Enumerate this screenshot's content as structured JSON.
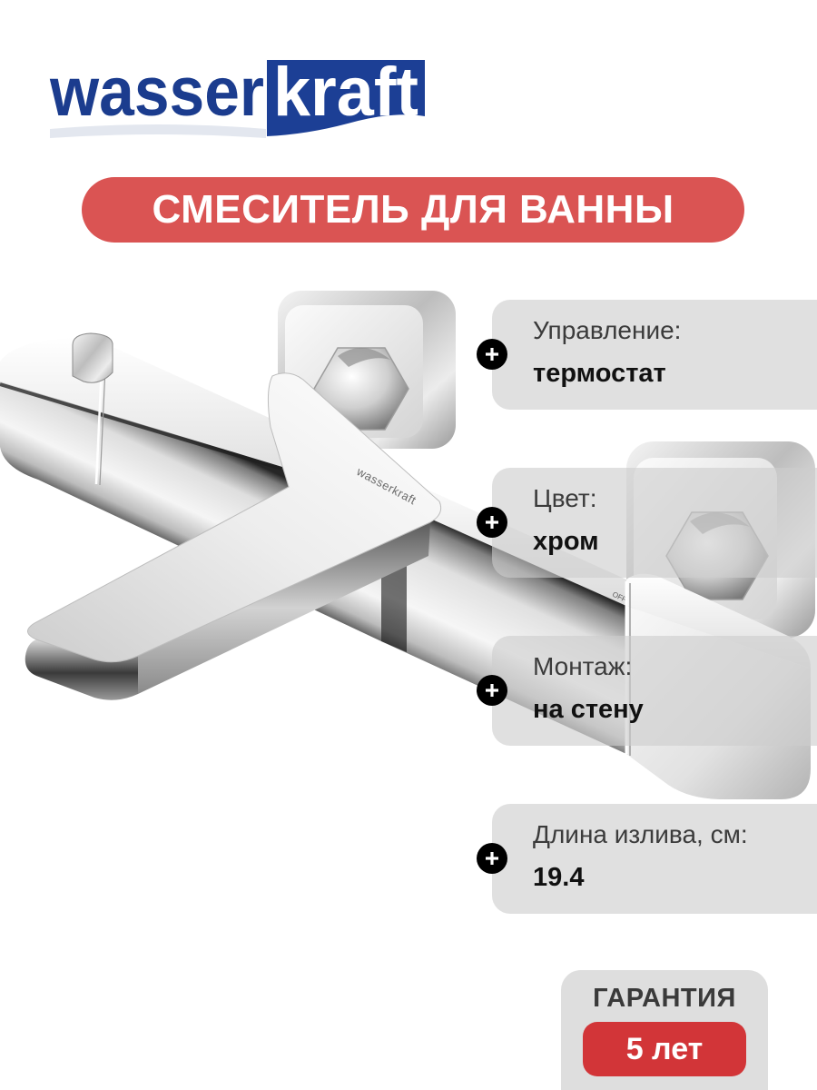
{
  "brand": {
    "name_part1": "wasser",
    "name_part2": "kraft",
    "colors": {
      "primary": "#1b3c8e",
      "box": "#1c3f95"
    }
  },
  "banner": {
    "title": "СМЕСИТЕЛЬ ДЛЯ ВАННЫ",
    "color": "#da5453"
  },
  "product": {
    "engraving": "wasserkraft",
    "dial_marking": "OFF"
  },
  "specs": [
    {
      "label": "Управление:",
      "value": "термостат",
      "icon": "plus-icon"
    },
    {
      "label": "Цвет:",
      "value": "хром",
      "icon": "plus-icon"
    },
    {
      "label": "Монтаж:",
      "value": "на стену",
      "icon": "plus-icon"
    },
    {
      "label": "Длина излива, см:",
      "value": "19.4",
      "icon": "plus-icon"
    }
  ],
  "warranty": {
    "label": "ГАРАНТИЯ",
    "value": "5 лет",
    "color": "#d23538"
  }
}
